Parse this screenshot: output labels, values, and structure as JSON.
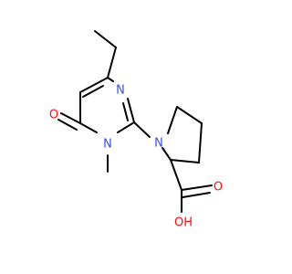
{
  "atoms": {
    "n_ring_top": "N",
    "n_ring_methyl": "N",
    "n_pyrrolidine": "N",
    "o_carbonyl": "O",
    "oh_acid": "OH",
    "o_acid": "O"
  },
  "colors": {
    "bond": "#000000",
    "nitrogen": "#3050f8",
    "oxygen": "#ff0d0d",
    "background": "#ffffff"
  }
}
